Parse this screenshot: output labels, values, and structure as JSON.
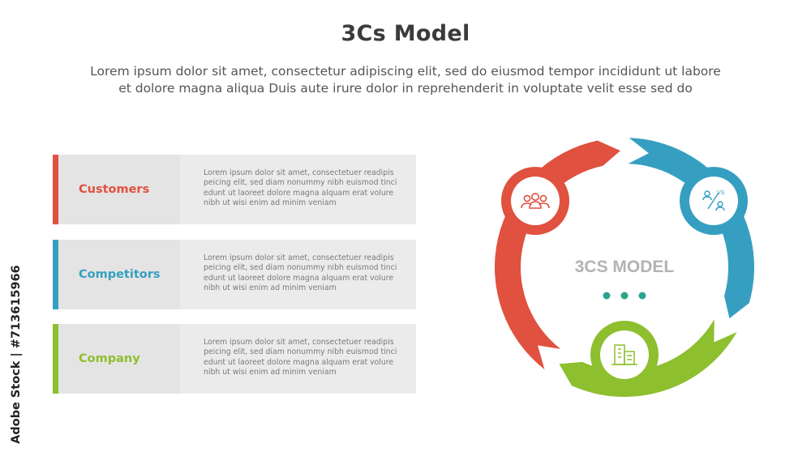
{
  "title": "3Cs Model",
  "subtitle": {
    "line1": "Lorem ipsum dolor sit amet, consectetur adipiscing elit, sed do eiusmod tempor incididunt ut labore",
    "line2": "et dolore magna aliqua Duis aute irure dolor in reprehenderit in voluptate velit esse sed do"
  },
  "rows": [
    {
      "label": "Customers",
      "color": "#e0513f",
      "desc": [
        "Lorem ipsum dolor sit amet, consectetuer readipis",
        "peicing elit, sed diam nonummy nibh euismod tinci",
        "edunt ut laoreet dolore magna alquam erat volure",
        "nibh ut wisi enim ad minim veniam"
      ]
    },
    {
      "label": "Competitors",
      "color": "#369fc1",
      "desc": [
        "Lorem ipsum dolor sit amet, consectetuer readipis",
        "peicing elit, sed diam nonummy nibh euismod tinci",
        "edunt ut laoreet dolore magna alquam erat volure",
        "nibh ut wisi enim ad minim veniam"
      ]
    },
    {
      "label": "Company",
      "color": "#8dbf2e",
      "desc": [
        "Lorem ipsum dolor sit amet, consectetuer readipis",
        "peicing elit, sed diam nonummy nibh euismod tinci",
        "edunt ut laoreet dolore magna alquam erat volure",
        "nibh ut wisi enim ad minim veniam"
      ]
    }
  ],
  "cycle": {
    "center_label": "3CS MODEL",
    "dot_color": "#2aa58c",
    "icons": [
      "people-group-icon",
      "versus-icon",
      "buildings-icon"
    ]
  },
  "side_credit": "Adobe Stock | #713615966"
}
